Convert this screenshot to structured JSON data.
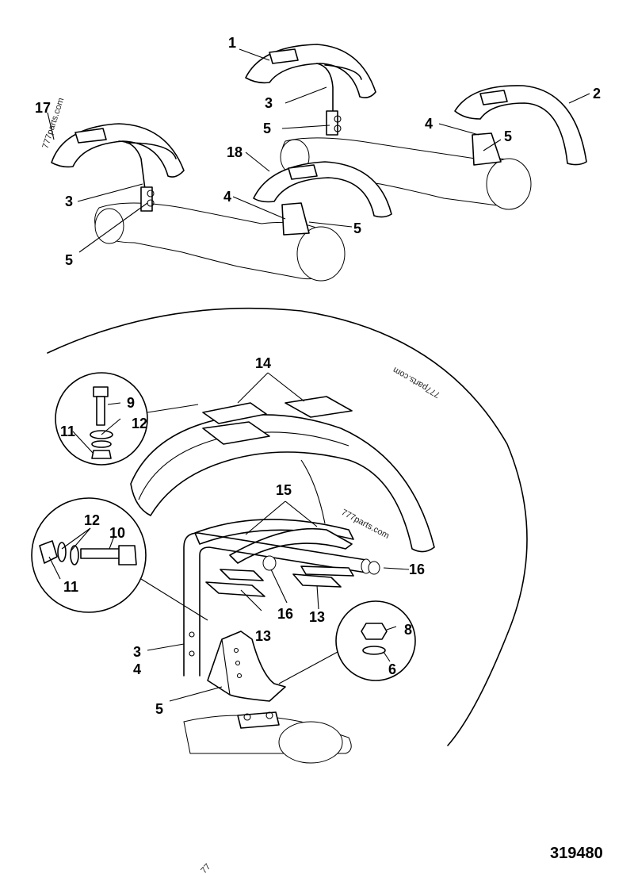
{
  "drawing_number": "319480",
  "watermarks": [
    "777parts.com",
    "777parts.com",
    "777parts.com",
    "77"
  ],
  "callouts": {
    "c1": "1",
    "c2": "2",
    "c3a": "3",
    "c3b": "3",
    "c3c": "3",
    "c4a": "4",
    "c4b": "4",
    "c4c": "4",
    "c5a": "5",
    "c5b": "5",
    "c5c": "5",
    "c5d": "5",
    "c5e": "5",
    "c6": "6",
    "c8": "8",
    "c9": "9",
    "c10": "10",
    "c11a": "11",
    "c11b": "11",
    "c12a": "12",
    "c12b": "12",
    "c13a": "13",
    "c13b": "13",
    "c14": "14",
    "c15": "15",
    "c16a": "16",
    "c16b": "16",
    "c17": "17",
    "c18": "18"
  }
}
